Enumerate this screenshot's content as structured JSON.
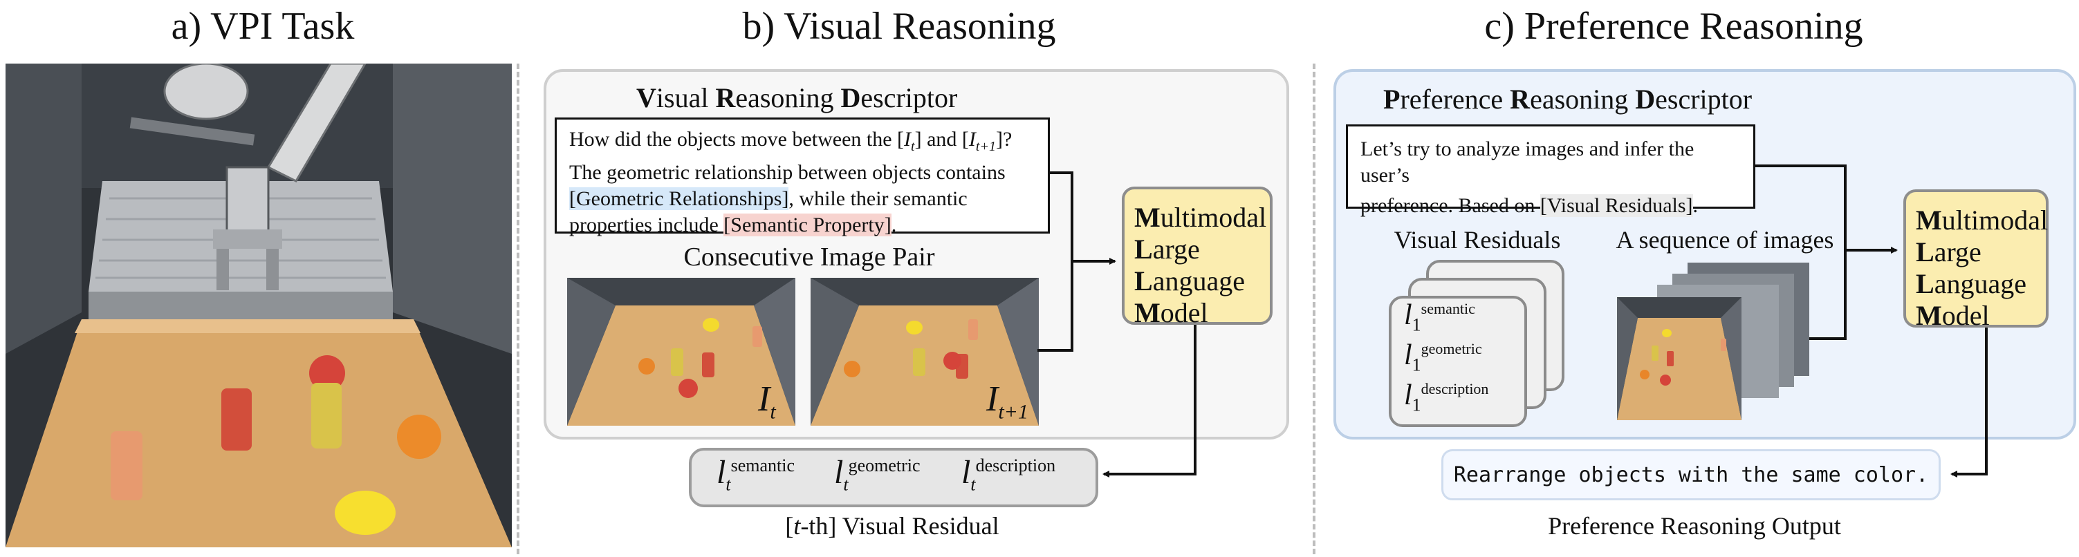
{
  "panels": {
    "vpi_title": "a) VPI Task",
    "visual_title": "b) Visual Reasoning",
    "preference_title": "c) Preference Reasoning"
  },
  "visual_descriptor": {
    "title_v": "V",
    "title_isual": "isual ",
    "title_r": "R",
    "title_easoning": "easoning ",
    "title_d": "D",
    "title_escriptor": "escriptor",
    "line1_a": "How did the objects move between the [",
    "line1_it": "I",
    "line1_t": "t",
    "line1_b": "] and [",
    "line1_it2": "I",
    "line1_t1": "t+1",
    "line1_c": "]?",
    "line2": "The geometric relationship between objects contains",
    "geometric_tag": "[Geometric Relationships]",
    "line3_b": ", while their semantic",
    "line4_a": "properties include ",
    "semantic_tag": "[Semantic Property]",
    "line4_c": "."
  },
  "image_pair": {
    "label": "Consecutive Image Pair",
    "left_label": "I",
    "left_sub": "t",
    "right_label": "I",
    "right_sub": "t+1"
  },
  "mllm": {
    "m": "M",
    "ultimodal": "ultimodal",
    "l": "L",
    "arge": "arge",
    "l2": "L",
    "anguage": "anguage",
    "m2": "M",
    "odel": "odel"
  },
  "visual_residual": {
    "l": "l",
    "t": "t",
    "semantic": "semantic",
    "geometric": "geometric",
    "description": "description",
    "caption_a": "[",
    "caption_t": "t",
    "caption_b": "-th] Visual Residual"
  },
  "preference_descriptor": {
    "title_p": "P",
    "title_reference": "reference ",
    "title_r": "R",
    "title_easoning": "easoning ",
    "title_d": "D",
    "title_escriptor": "escriptor",
    "line1": "Let’s try to analyze images and infer the user’s",
    "line2_a": "preference. Based on ",
    "residual_tag": "[Visual Residuals]",
    "line2_c": "."
  },
  "preference_inputs": {
    "residuals_label": "Visual Residuals",
    "sequence_label": "A sequence of images",
    "l": "l",
    "one": "1",
    "semantic": "semantic",
    "geometric": "geometric",
    "description": "description"
  },
  "preference_output": {
    "text": "Rearrange objects with the same color.",
    "caption": "Preference Reasoning Output"
  },
  "colors": {
    "mllm_fill": "#fbedb0",
    "blue_highlight": "#d6e8f9",
    "red_highlight": "#f7d3cf",
    "preference_panel": "#edf3fc"
  }
}
